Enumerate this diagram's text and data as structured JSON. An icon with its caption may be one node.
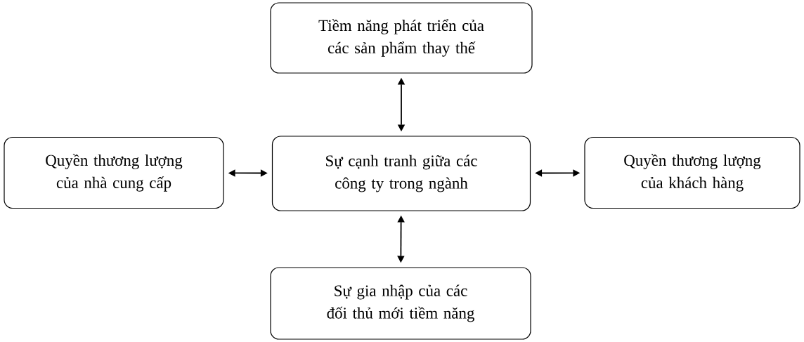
{
  "diagram": {
    "nodes": [
      {
        "text": [
          "Tiềm năng phát triển của các sản phẩm thay thế"
        ]
      },
      {
        "text": [
          "Quyền thương lượng của nhà cung cấp"
        ]
      },
      {
        "text": [
          "Sự cạnh tranh giữa các công ty trong ngành"
        ]
      },
      {
        "text": [
          "Quyền thương lượng của khách hàng"
        ]
      },
      {
        "text": [
          "Sự gia nhập của các đối thủ mới tiềm năng"
        ]
      }
    ],
    "edges": [
      {
        "from": 2,
        "to": 0,
        "arrow": "both"
      },
      {
        "from": 1,
        "to": 2,
        "arrow": "both"
      },
      {
        "from": 2,
        "to": 3,
        "arrow": "both"
      },
      {
        "from": 2,
        "to": 4,
        "arrow": "both"
      }
    ]
  }
}
